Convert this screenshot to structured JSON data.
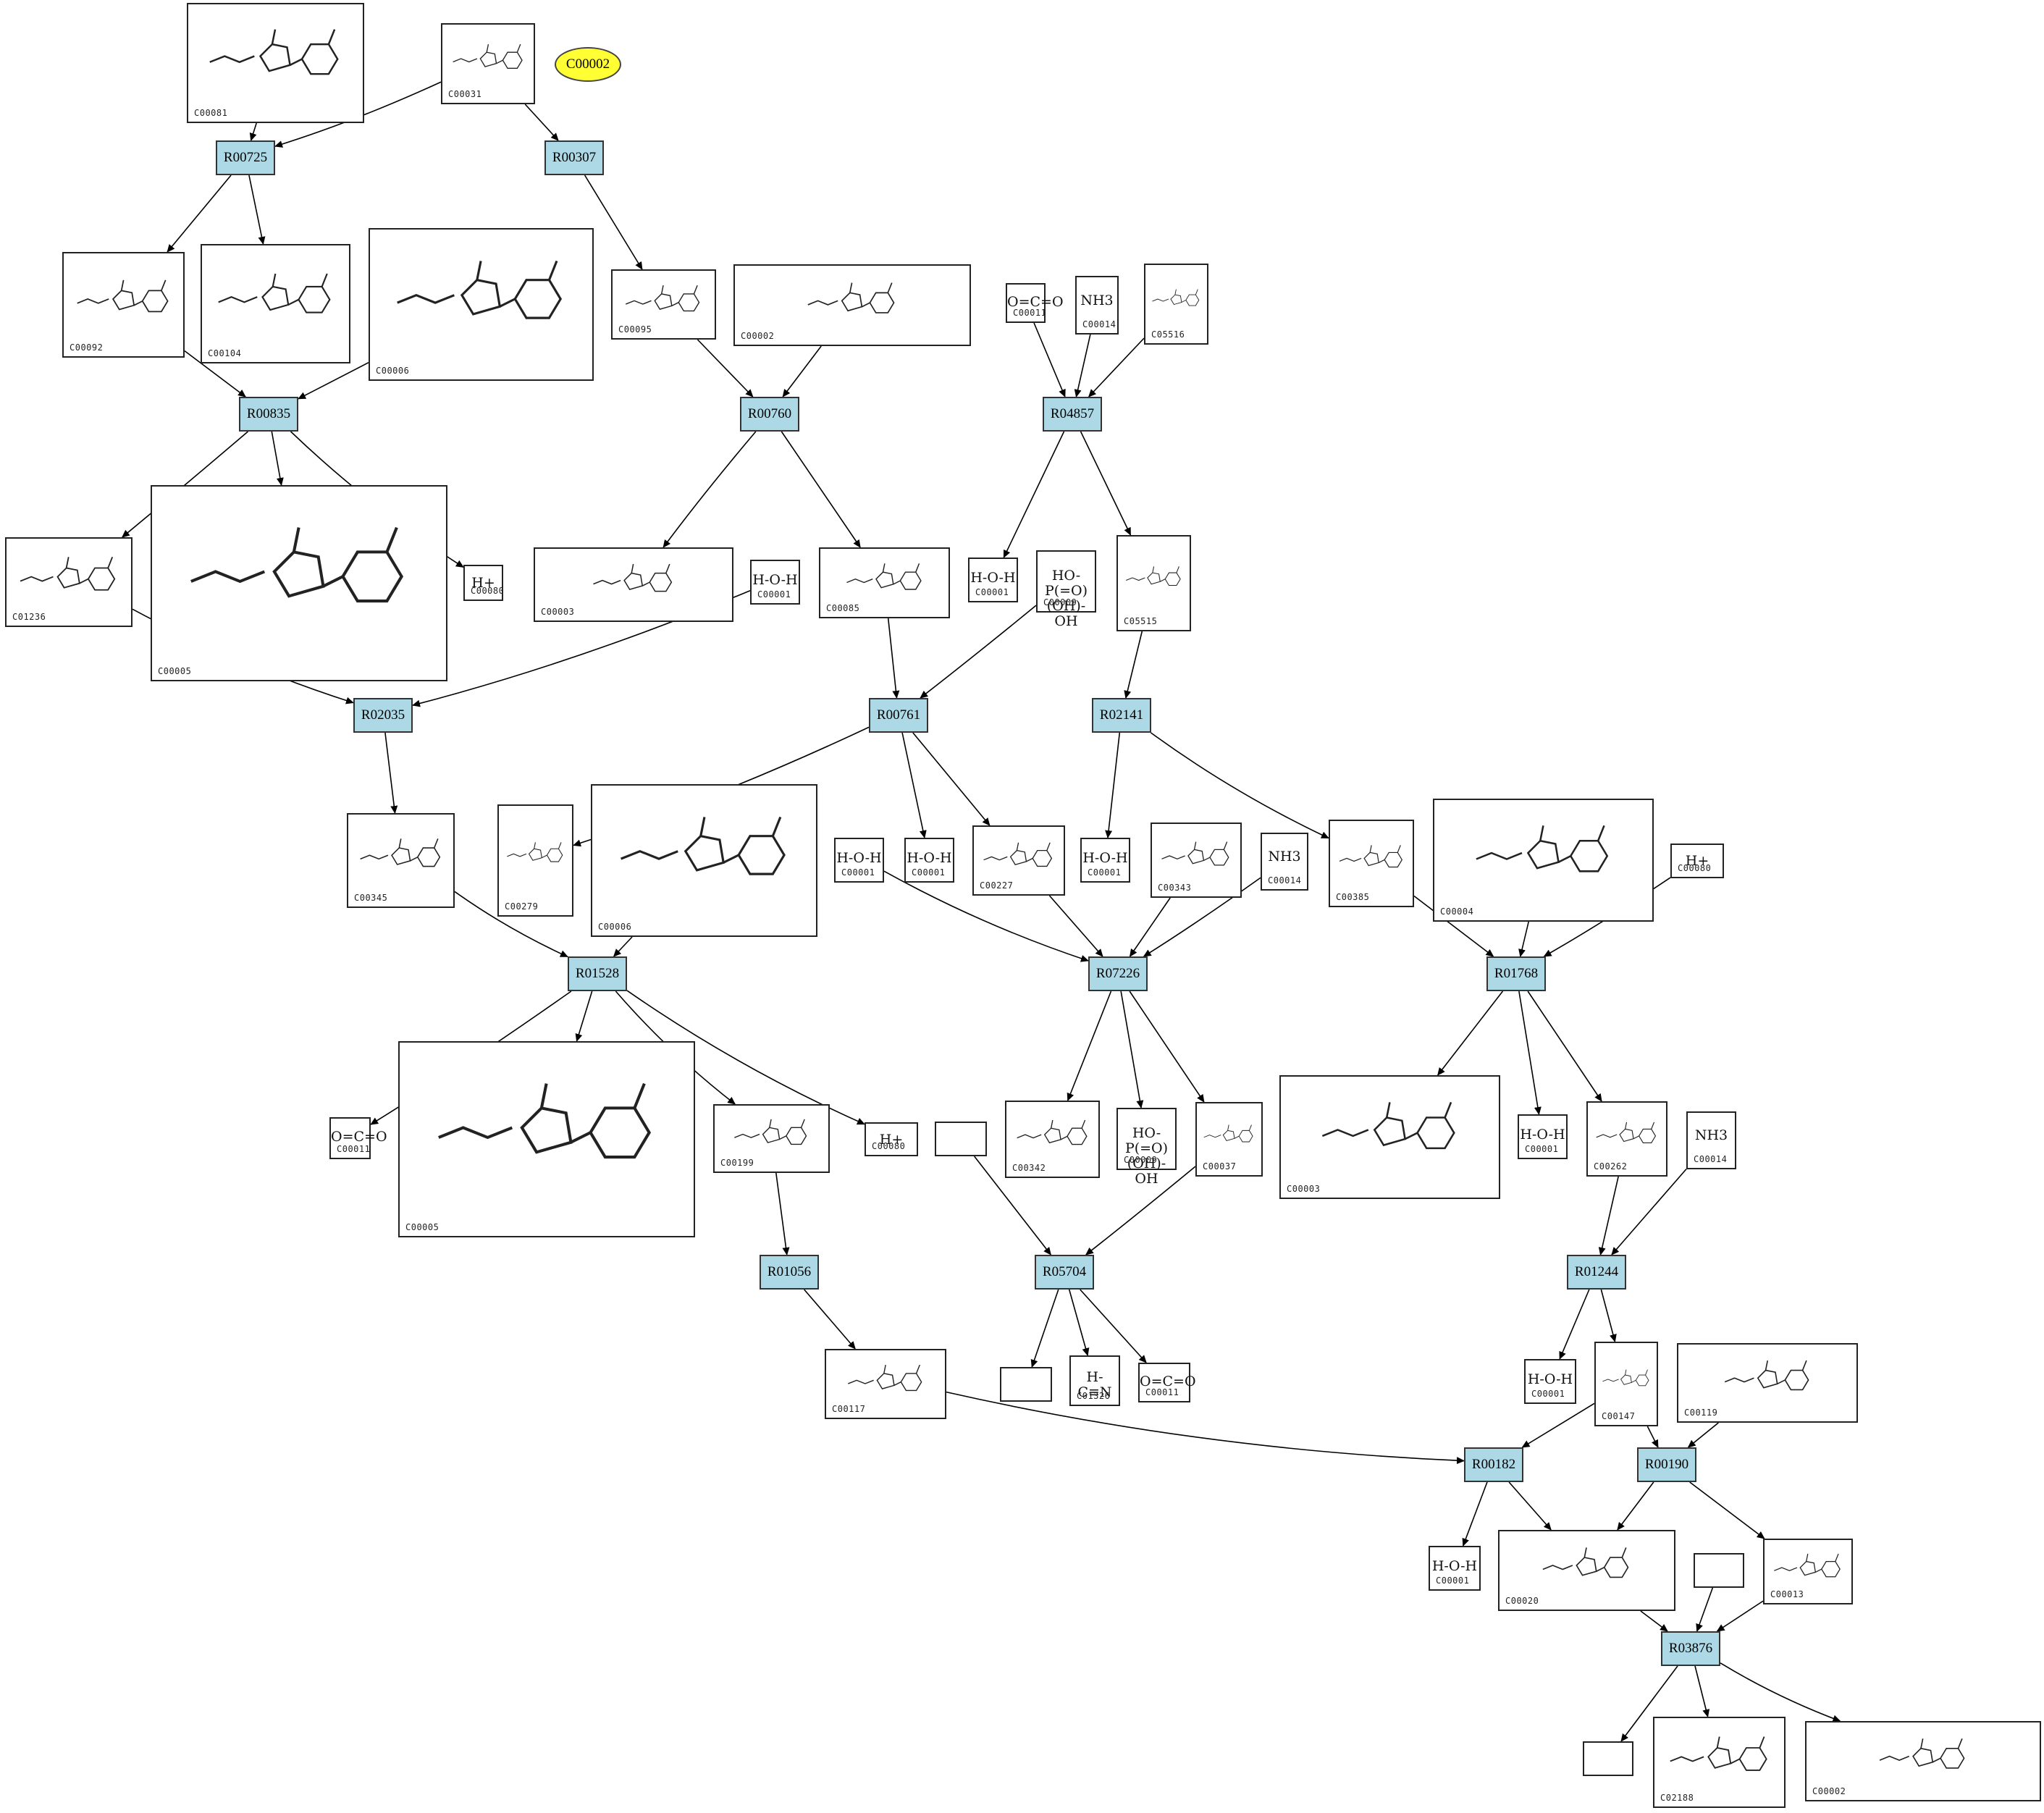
{
  "highlight": {
    "label": "C00002",
    "color": "#ffff33"
  },
  "reaction_color": "#add8e6",
  "reactions": [
    {
      "id": "R00725",
      "name": "reaction-R00725"
    },
    {
      "id": "R00307",
      "name": "reaction-R00307"
    },
    {
      "id": "R00835",
      "name": "reaction-R00835"
    },
    {
      "id": "R00760",
      "name": "reaction-R00760"
    },
    {
      "id": "R04857",
      "name": "reaction-R04857"
    },
    {
      "id": "R02035",
      "name": "reaction-R02035"
    },
    {
      "id": "R00761",
      "name": "reaction-R00761"
    },
    {
      "id": "R02141",
      "name": "reaction-R02141"
    },
    {
      "id": "R01528",
      "name": "reaction-R01528"
    },
    {
      "id": "R07226",
      "name": "reaction-R07226"
    },
    {
      "id": "R01768",
      "name": "reaction-R01768"
    },
    {
      "id": "R01056",
      "name": "reaction-R01056"
    },
    {
      "id": "R05704",
      "name": "reaction-R05704"
    },
    {
      "id": "R01244",
      "name": "reaction-R01244"
    },
    {
      "id": "R00182",
      "name": "reaction-R00182"
    },
    {
      "id": "R00190",
      "name": "reaction-R00190"
    },
    {
      "id": "R03876",
      "name": "reaction-R03876"
    }
  ],
  "compounds": [
    {
      "key": "c00081",
      "id": "C00081",
      "formula": ""
    },
    {
      "key": "c00031",
      "id": "C00031",
      "formula": ""
    },
    {
      "key": "c00092",
      "id": "C00092",
      "formula": ""
    },
    {
      "key": "c00104",
      "id": "C00104",
      "formula": ""
    },
    {
      "key": "c00006a",
      "id": "C00006",
      "formula": ""
    },
    {
      "key": "c00095",
      "id": "C00095",
      "formula": ""
    },
    {
      "key": "c00002a",
      "id": "C00002",
      "formula": ""
    },
    {
      "key": "c00011a",
      "id": "C00011",
      "formula": "O=C=O"
    },
    {
      "key": "c00014a",
      "id": "C00014",
      "formula": "NH3"
    },
    {
      "key": "c05516",
      "id": "C05516",
      "formula": ""
    },
    {
      "key": "c01236",
      "id": "C01236",
      "formula": ""
    },
    {
      "key": "c00005a",
      "id": "C00005",
      "formula": ""
    },
    {
      "key": "c00080a",
      "id": "C00080",
      "formula": "H+"
    },
    {
      "key": "c00003a",
      "id": "C00003",
      "formula": ""
    },
    {
      "key": "c00001a",
      "id": "C00001",
      "formula": "H-O-H"
    },
    {
      "key": "c00085",
      "id": "C00085",
      "formula": ""
    },
    {
      "key": "c00001b",
      "id": "C00001",
      "formula": "H-O-H"
    },
    {
      "key": "c00009a",
      "id": "C00009",
      "formula": "HO-P(=O)(OH)-OH"
    },
    {
      "key": "c05515",
      "id": "C05515",
      "formula": ""
    },
    {
      "key": "c00345",
      "id": "C00345",
      "formula": ""
    },
    {
      "key": "c00279",
      "id": "C00279",
      "formula": ""
    },
    {
      "key": "c00006b",
      "id": "C00006",
      "formula": ""
    },
    {
      "key": "c00001c",
      "id": "C00001",
      "formula": "H-O-H"
    },
    {
      "key": "c00001d",
      "id": "C00001",
      "formula": "H-O-H"
    },
    {
      "key": "c00227",
      "id": "C00227",
      "formula": ""
    },
    {
      "key": "c00001e",
      "id": "C00001",
      "formula": "H-O-H"
    },
    {
      "key": "c00343",
      "id": "C00343",
      "formula": ""
    },
    {
      "key": "c00014b",
      "id": "C00014",
      "formula": "NH3"
    },
    {
      "key": "c00385",
      "id": "C00385",
      "formula": ""
    },
    {
      "key": "c00004",
      "id": "C00004",
      "formula": ""
    },
    {
      "key": "c00080b",
      "id": "C00080",
      "formula": "H+"
    },
    {
      "key": "c00011b",
      "id": "C00011",
      "formula": "O=C=O"
    },
    {
      "key": "c00005b",
      "id": "C00005",
      "formula": ""
    },
    {
      "key": "c00199",
      "id": "C00199",
      "formula": ""
    },
    {
      "key": "c00080c",
      "id": "C00080",
      "formula": "H+"
    },
    {
      "key": "c00342",
      "id": "C00342",
      "formula": ""
    },
    {
      "key": "c00009b",
      "id": "C00009",
      "formula": "HO-P(=O)(OH)-OH"
    },
    {
      "key": "c00037",
      "id": "C00037",
      "formula": ""
    },
    {
      "key": "c00003b",
      "id": "C00003",
      "formula": ""
    },
    {
      "key": "c00001f",
      "id": "C00001",
      "formula": "H-O-H"
    },
    {
      "key": "c00262",
      "id": "C00262",
      "formula": ""
    },
    {
      "key": "c00014c",
      "id": "C00014",
      "formula": "NH3"
    },
    {
      "key": "c00117",
      "id": "C00117",
      "formula": ""
    },
    {
      "key": "c01326",
      "id": "C01326",
      "formula": "H-C≡N"
    },
    {
      "key": "c00011c",
      "id": "C00011",
      "formula": "O=C=O"
    },
    {
      "key": "c00001g",
      "id": "C00001",
      "formula": "H-O-H"
    },
    {
      "key": "c00147",
      "id": "C00147",
      "formula": ""
    },
    {
      "key": "c00119",
      "id": "C00119",
      "formula": ""
    },
    {
      "key": "c00001h",
      "id": "C00001",
      "formula": "H-O-H"
    },
    {
      "key": "c00020",
      "id": "C00020",
      "formula": ""
    },
    {
      "key": "c00013",
      "id": "C00013",
      "formula": ""
    },
    {
      "key": "c02188",
      "id": "C02188",
      "formula": ""
    },
    {
      "key": "c00002b",
      "id": "C00002",
      "formula": ""
    }
  ]
}
